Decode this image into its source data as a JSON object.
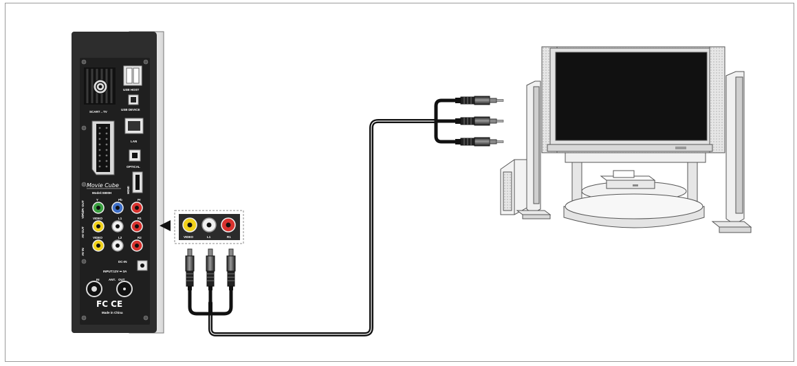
{
  "device": {
    "usb_host": "USB HOST",
    "usb_device": "USB DEVICE",
    "scart": "SCART→TV",
    "lan": "LAN",
    "optical": "OPTICAL",
    "hdmi": "HDMI",
    "brand": "Movie Cube",
    "model": "Model:S800H",
    "ylr_out": "Y/Pb/Pr OUT",
    "av_out": "AV OUT",
    "av_in": "AV IN",
    "y": "Y",
    "pb": "Pb",
    "pr": "Pr",
    "video1": "VIDEO",
    "video2": "VIDEO",
    "l1": "L1",
    "r1": "R1",
    "l2": "L2",
    "r2": "R2",
    "dc_in": "DC-IN",
    "input_rating": "INPUT:12V ⎓ 3A",
    "rf_in": "IN",
    "rf_ant": "ANT.",
    "rf_out": "OUT",
    "cert": "FC CE",
    "made_in": "Made in China"
  },
  "callout": {
    "video": "VIDEO",
    "l": "L1",
    "r": "R1"
  },
  "colors": {
    "yellow": "#f2d21b",
    "white": "#f0f0f0",
    "red": "#d8322e",
    "green": "#3aa040",
    "blue": "#3e6fc8",
    "cable": "#111111",
    "panel": "#2b2b2b"
  }
}
